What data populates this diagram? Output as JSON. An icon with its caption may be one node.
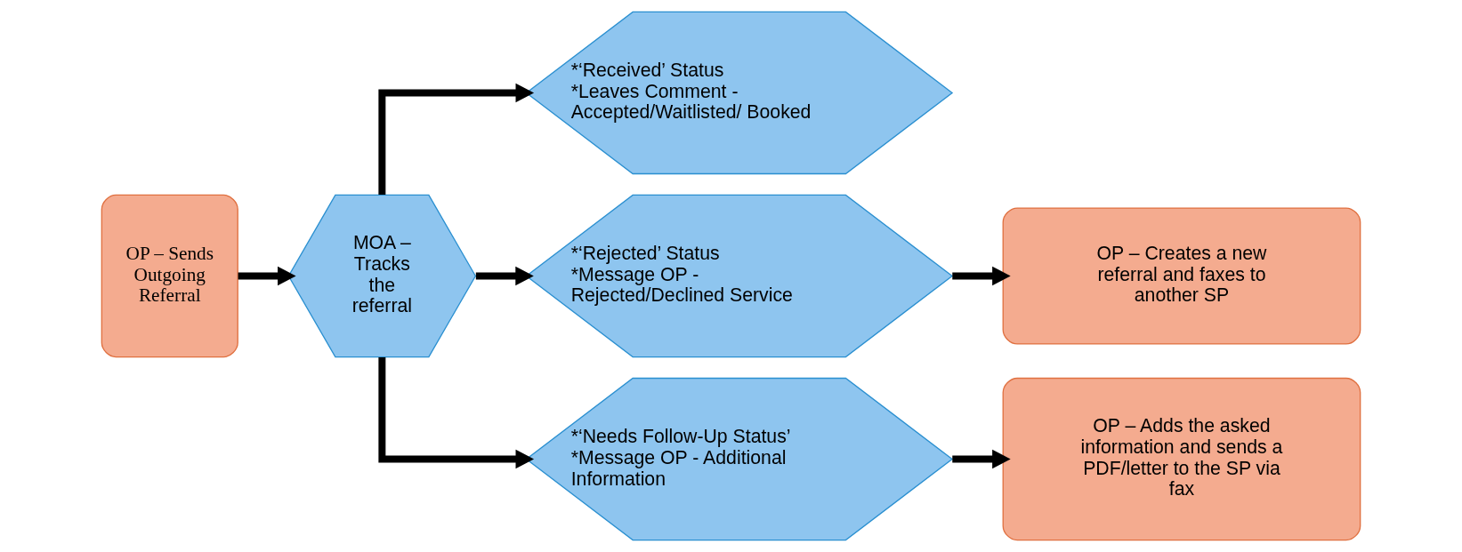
{
  "diagram": {
    "nodes": [
      {
        "text": [
          "OP – Sends Outgoing Referral"
        ]
      },
      {
        "text": [
          "MOA – Tracks the referral"
        ]
      },
      {
        "text": [
          "*‘Received’ Status",
          "*Leaves Comment - Accepted/Waitlisted/ Booked"
        ]
      },
      {
        "text": [
          "*‘Rejected’ Status",
          "*Message OP - Rejected/Declined Service"
        ]
      },
      {
        "text": [
          "*‘Needs Follow-Up Status’",
          "*Message OP - Additional Information"
        ]
      },
      {
        "text": [
          "OP – Creates a new referral and faxes to another SP"
        ]
      },
      {
        "text": [
          "OP – Adds the asked information and sends a PDF/letter to the SP via fax"
        ]
      }
    ],
    "edges": [
      {
        "from": 0,
        "to": 1,
        "arrow": "to"
      },
      {
        "from": 1,
        "to": 2,
        "arrow": "to"
      },
      {
        "from": 1,
        "to": 3,
        "arrow": "to"
      },
      {
        "from": 1,
        "to": 4,
        "arrow": "to"
      },
      {
        "from": 3,
        "to": 5,
        "arrow": "to"
      },
      {
        "from": 4,
        "to": 6,
        "arrow": "to"
      }
    ]
  }
}
